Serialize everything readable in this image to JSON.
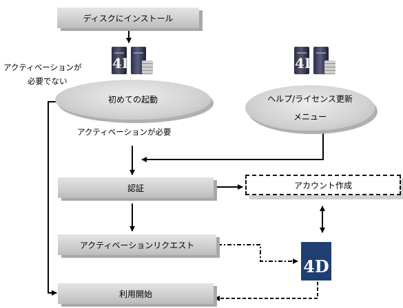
{
  "nodes": {
    "install": "ディスクにインストール",
    "first_launch": "初めての起動",
    "help_menu_line1": "ヘルプ/ライセンス更新",
    "help_menu_line2": "メニュー",
    "auth": "認証",
    "account": "アカウント作成",
    "request": "アクティベーションリクエスト",
    "start": "利用開始"
  },
  "labels": {
    "no_activation_line1": "アクティベーションが",
    "no_activation_line2": "必要でない",
    "activation_required": "アクティベーションが必要"
  },
  "icons": {
    "server_glyph": "4D",
    "logo_glyph": "4D",
    "logo_color": "#1f3f73",
    "server_icon": "server-4d-icon",
    "disk_icon": "disk-stack-icon"
  }
}
